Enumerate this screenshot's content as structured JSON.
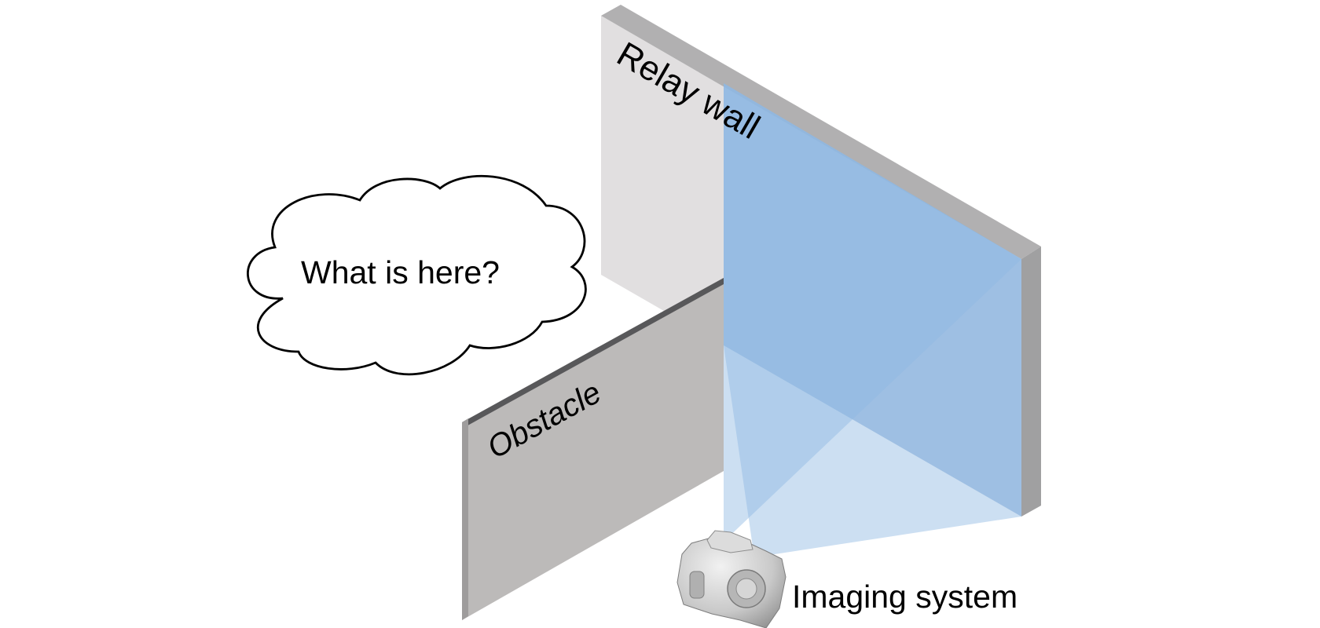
{
  "labels": {
    "relay_wall": "Relay wall",
    "question": "What is here?",
    "obstacle": "Obstacle",
    "imaging_system": "Imaging system"
  },
  "icons": {
    "camera": "camera-icon",
    "cloud": "thought-cloud"
  },
  "colors": {
    "background": "#ffffff",
    "relay_wall_face": "#e1dfe0",
    "wall_edge": "#a6a5a6",
    "obstacle_face": "#bcbab9",
    "obstacle_edge": "#58585a",
    "light_beam": "#8fb8e3",
    "camera": "#c9c9c9",
    "text": "#000000"
  }
}
